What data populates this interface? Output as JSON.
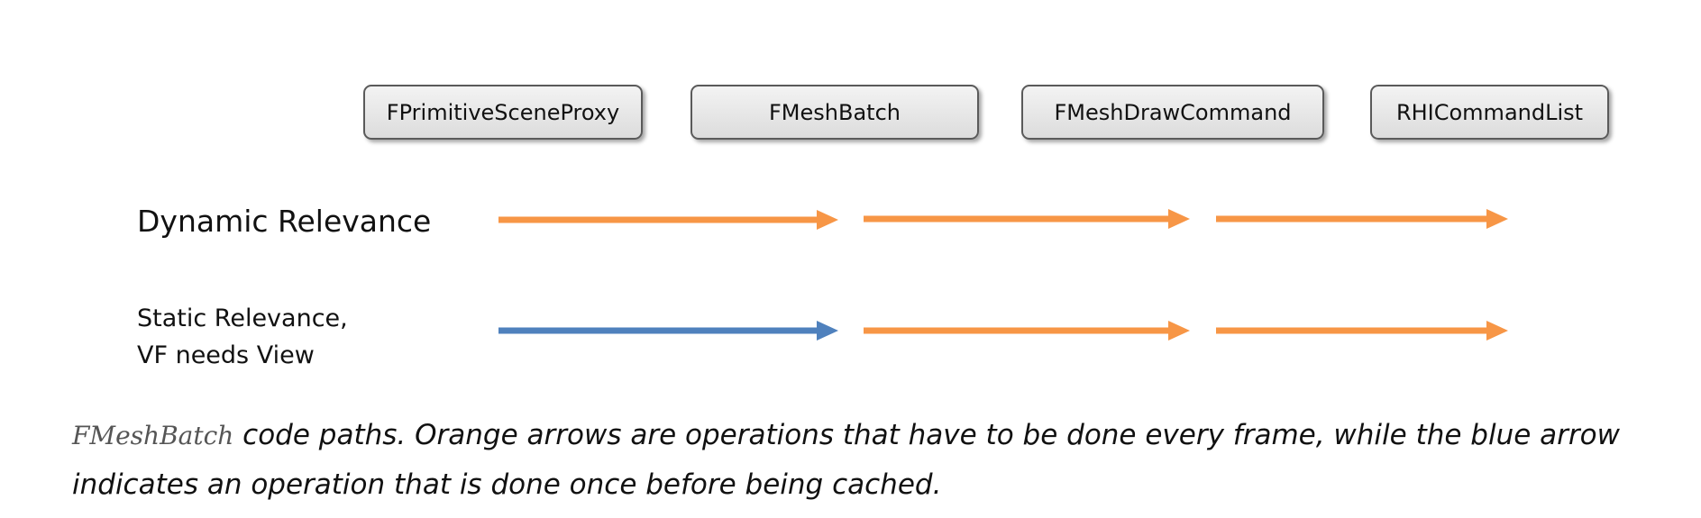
{
  "stages": [
    "FPrimitiveSceneProxy",
    "FMeshBatch",
    "FMeshDrawCommand",
    "RHICommandList"
  ],
  "rows": {
    "dynamic": {
      "label": "Dynamic Relevance"
    },
    "static": {
      "label_line1": "Static Relevance,",
      "label_line2": "VF needs View"
    }
  },
  "arrows": {
    "dynamic": [
      "orange",
      "orange",
      "orange"
    ],
    "static": [
      "blue",
      "orange",
      "orange"
    ]
  },
  "colors": {
    "orange": "#f79646",
    "blue": "#4f81bd"
  },
  "caption": {
    "code": "FMeshBatch",
    "text": " code paths. Orange arrows are operations that have to be done every frame, while the blue arrow indicates an operation that is done once before being cached."
  }
}
